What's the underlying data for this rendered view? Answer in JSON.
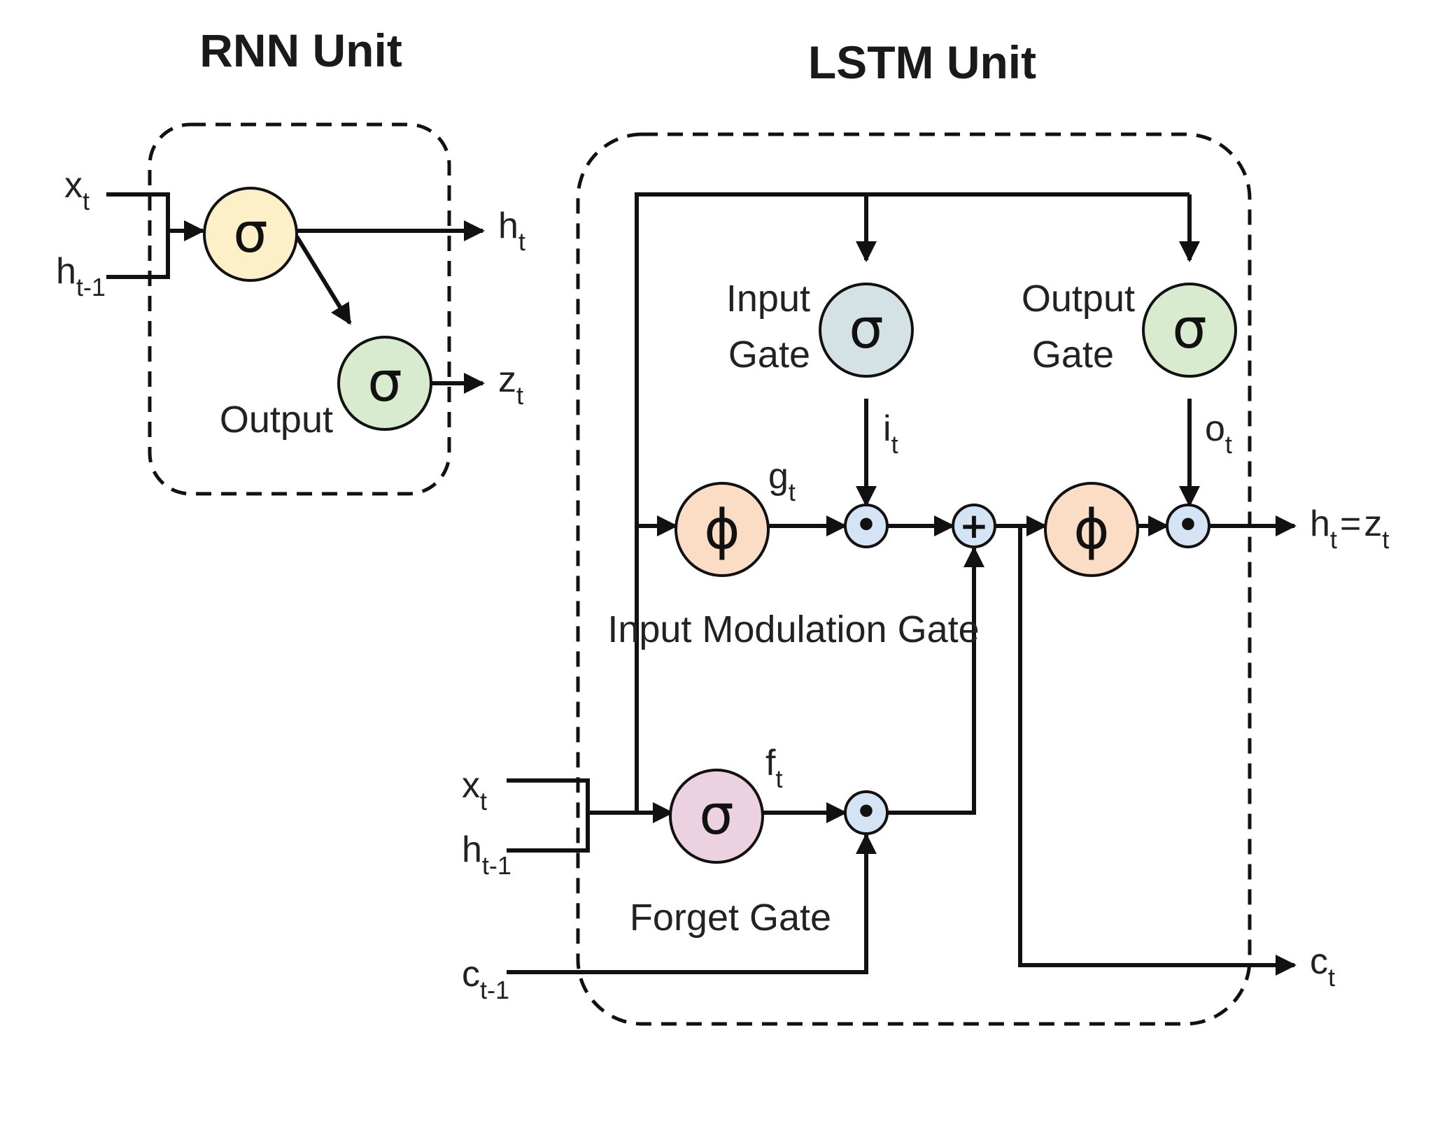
{
  "rnn": {
    "title": "RNN Unit",
    "inputs": {
      "x": "x",
      "x_sub": "t",
      "h": "h",
      "h_sub": "t-1"
    },
    "hidden_node": {
      "symbol": "σ",
      "color": "#fdf0c8"
    },
    "output_node": {
      "symbol": "σ",
      "color": "#d9ebcf",
      "label": "Output"
    },
    "outputs": {
      "h": "h",
      "h_sub": "t",
      "z": "z",
      "z_sub": "t"
    }
  },
  "lstm": {
    "title": "LSTM Unit",
    "input_gate": {
      "label_line1": "Input",
      "label_line2": "Gate",
      "symbol": "σ",
      "color": "#d4e2e6",
      "out": "i",
      "out_sub": "t"
    },
    "output_gate": {
      "label_line1": "Output",
      "label_line2": "Gate",
      "symbol": "σ",
      "color": "#d9ebcf",
      "out": "o",
      "out_sub": "t"
    },
    "modulation_gate": {
      "label": "Input Modulation Gate",
      "symbol": "ϕ",
      "color": "#fbdcc4",
      "out": "g",
      "out_sub": "t"
    },
    "cell_tanh": {
      "symbol": "ϕ",
      "color": "#fbdcc4"
    },
    "forget_gate": {
      "label": "Forget Gate",
      "symbol": "σ",
      "color": "#ecd2e0",
      "out": "f",
      "out_sub": "t"
    },
    "operators": {
      "multiply": "•",
      "add": "+",
      "color": "#d4e4f4"
    },
    "inputs": {
      "x": "x",
      "x_sub": "t",
      "h": "h",
      "h_sub": "t-1",
      "c": "c",
      "c_sub": "t-1"
    },
    "outputs": {
      "h": "h",
      "h_sub": "t",
      "eq": "=",
      "z": "z",
      "z_sub": "t",
      "c": "c",
      "c_sub": "t"
    }
  }
}
